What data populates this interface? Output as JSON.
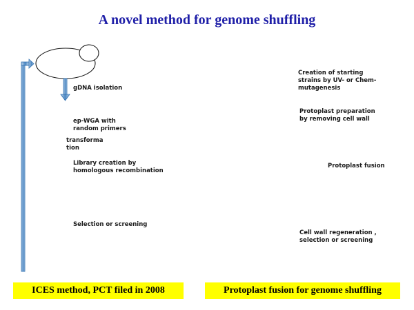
{
  "title": "A novel method for genome shuffling",
  "colors": {
    "title": "#1f1fa8",
    "arrow": "#2e6fb0",
    "cell_outline_left": "#1a1a1a",
    "cell_outline_right": "#2b3592",
    "caption_bg": "#ffff00"
  },
  "left_panel": {
    "steps": [
      "gDNA isolation",
      "ep-WGA with random primers",
      "transformation",
      "Library creation by homologous recombination",
      "Selection or screening"
    ],
    "caption": "ICES method,  PCT filed in 2008"
  },
  "right_panel": {
    "steps": [
      "Creation of starting strains by UV- or Chem-mutagenesis",
      "Protoplast preparation by removing cell wall",
      "Protoplast fusion",
      "Cell wall regeneration , selection or screening"
    ],
    "caption": "Protoplast fusion for genome shuffling"
  }
}
